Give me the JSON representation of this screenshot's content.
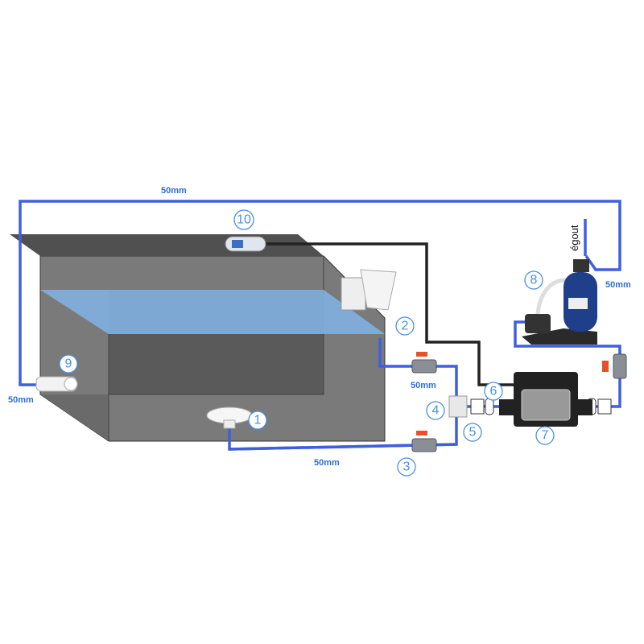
{
  "labels": {
    "n1": "1",
    "n2": "2",
    "n3": "3",
    "n4": "4",
    "n5": "5",
    "n6": "6",
    "n7": "7",
    "n8": "8",
    "n9": "9",
    "n10": "10"
  },
  "dimensions": {
    "top": "50mm",
    "left": "50mm",
    "skimmer": "50mm",
    "bottom": "50mm",
    "filter": "50mm"
  },
  "drain_label": "égout",
  "colors": {
    "pipe": "#3f5fe0",
    "cable": "#222222",
    "water": "#7fb0e0",
    "label": "#4a90e2"
  }
}
